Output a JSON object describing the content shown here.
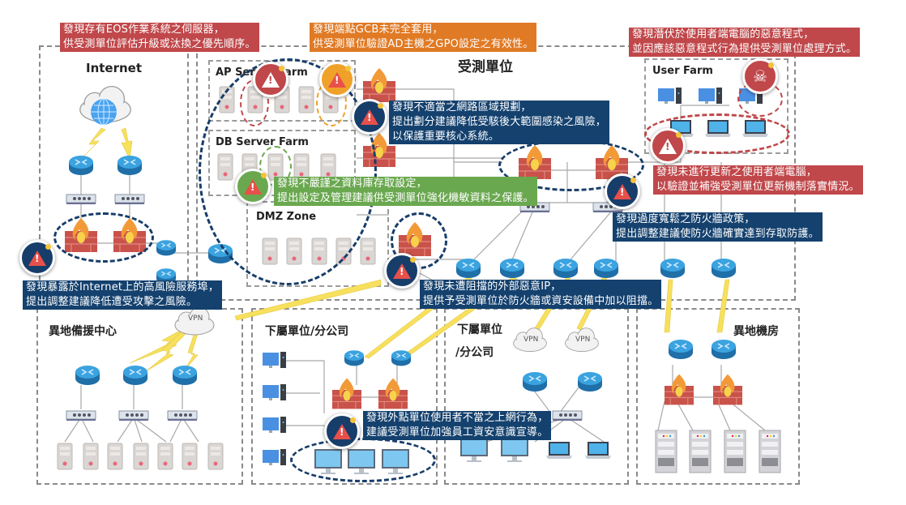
{
  "diagram": {
    "zones": {
      "internet": "Internet",
      "target_unit": "受測單位",
      "ap_server_farm": "AP Server Farm",
      "db_server_farm": "DB Server Farm",
      "dmz_zone": "DMZ Zone",
      "user_farm": "User Farm",
      "offsite_backup": "異地備援中心",
      "branch_1": "下屬單位/分公司",
      "branch_2_line1": "下屬單位",
      "branch_2_line2": "/分公司",
      "offsite_datacenter": "異地機房"
    },
    "vpn_label": "VPN",
    "callouts": [
      {
        "id": "eos-servers",
        "color": "#c0474a",
        "lines": [
          "發現存有EOS作業系統之伺服器，",
          "供受測單位評估升級或汰換之優先順序。"
        ]
      },
      {
        "id": "gcb",
        "color": "#e07a24",
        "lines": [
          "發現端點GCB未完全套用，",
          "供受測單位驗證AD主機之GPO設定之有效性。"
        ]
      },
      {
        "id": "malware",
        "color": "#c0474a",
        "lines": [
          "發現潛伏於使用者端電腦的惡意程式，",
          "並因應該惡意程式行為提供受測單位處理方式。"
        ]
      },
      {
        "id": "network-zoning",
        "color": "#14416e",
        "lines": [
          "發現不適當之網路區域規劃，",
          "提出劃分建議降低受駭後大範圍感染之風險，",
          "以保護重要核心系統。"
        ]
      },
      {
        "id": "db-access",
        "color": "#6aa84f",
        "lines": [
          "發現不嚴謹之資料庫存取設定，",
          "提出設定及管理建議供受測單位強化機敏資料之保護。"
        ]
      },
      {
        "id": "unpatched-pcs",
        "color": "#c0474a",
        "lines": [
          "發現未進行更新之使用者端電腦，",
          "以驗證並補強受測單位更新機制落實情況。"
        ]
      },
      {
        "id": "firewall-policy",
        "color": "#14416e",
        "lines": [
          "發現過度寬鬆之防火牆政策，",
          "提出調整建議使防火牆確實達到存取防護。"
        ]
      },
      {
        "id": "exposed-services",
        "color": "#14416e",
        "lines": [
          "發現暴露於Internet上的高風險服務埠，",
          "提出調整建議降低遭受攻擊之風險。"
        ]
      },
      {
        "id": "malicious-ip",
        "color": "#14416e",
        "lines": [
          "發現未遭阻擋的外部惡意IP，",
          "提供予受測單位於防火牆或資安設備中加以阻擋。"
        ]
      },
      {
        "id": "improper-browsing",
        "color": "#14416e",
        "lines": [
          "發現外點單位使用者不當之上網行為，",
          "建議受測單位加強員工資安意識宣導。"
        ]
      }
    ],
    "colors": {
      "red": "#c0474a",
      "orange": "#e07a24",
      "navy": "#14416e",
      "green": "#6aa84f",
      "router": "#2f8fcf",
      "firewall": "#c9524a",
      "lightning": "#f6e05e"
    }
  }
}
